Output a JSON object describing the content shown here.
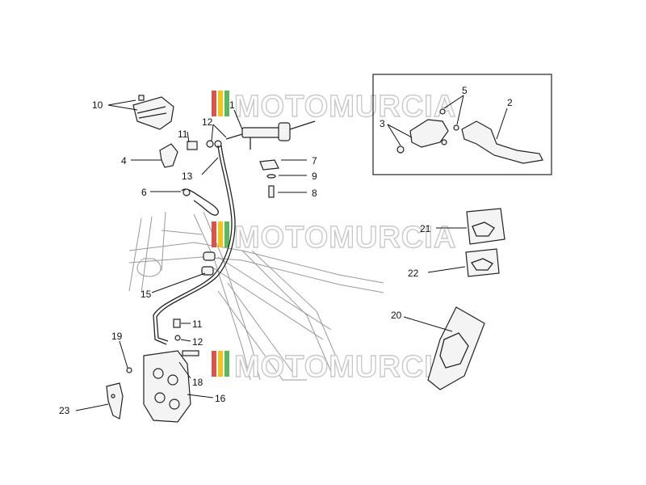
{
  "watermark": {
    "text": "MOTOMURCIA",
    "colors": [
      "#d9534f",
      "#f0c419",
      "#5cb85c"
    ]
  },
  "callouts": [
    {
      "id": "c10",
      "label": "10"
    },
    {
      "id": "c11a",
      "label": "11"
    },
    {
      "id": "c4",
      "label": "4"
    },
    {
      "id": "c12a",
      "label": "12"
    },
    {
      "id": "c13",
      "label": "13"
    },
    {
      "id": "c6",
      "label": "6"
    },
    {
      "id": "c7",
      "label": "7"
    },
    {
      "id": "c9",
      "label": "9"
    },
    {
      "id": "c8",
      "label": "8"
    },
    {
      "id": "c1",
      "label": "1"
    },
    {
      "id": "c5",
      "label": "5"
    },
    {
      "id": "c3",
      "label": "3"
    },
    {
      "id": "c2",
      "label": "2"
    },
    {
      "id": "c21",
      "label": "21"
    },
    {
      "id": "c22",
      "label": "22"
    },
    {
      "id": "c15",
      "label": "15"
    },
    {
      "id": "c20",
      "label": "20"
    },
    {
      "id": "c11b",
      "label": "11"
    },
    {
      "id": "c12b",
      "label": "12"
    },
    {
      "id": "c19",
      "label": "19"
    },
    {
      "id": "c18",
      "label": "18"
    },
    {
      "id": "c16",
      "label": "16"
    },
    {
      "id": "c23",
      "label": "23"
    }
  ]
}
